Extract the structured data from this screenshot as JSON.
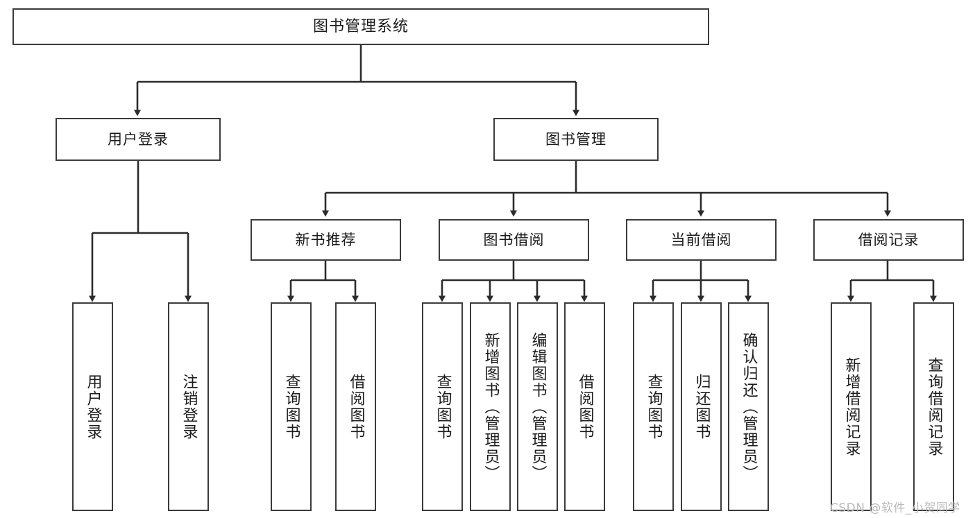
{
  "diagram": {
    "type": "hierarchy-tree",
    "title": "图书管理系统",
    "levels": 4,
    "nodes": {
      "root": {
        "label": "图书管理系统"
      },
      "l1": [
        {
          "label": "用户登录"
        },
        {
          "label": "图书管理"
        }
      ],
      "l2": [
        {
          "label": "新书推荐"
        },
        {
          "label": "图书借阅"
        },
        {
          "label": "当前借阅"
        },
        {
          "label": "借阅记录"
        }
      ],
      "leaves": {
        "user_login": [
          {
            "label": "用户登录"
          },
          {
            "label": "注销登录"
          }
        ],
        "new_book_rec": [
          {
            "label": "查询图书"
          },
          {
            "label": "借阅图书"
          }
        ],
        "book_borrow": [
          {
            "label": "查询图书"
          },
          {
            "label": "新增图书（管理员）"
          },
          {
            "label": "编辑图书（管理员）"
          },
          {
            "label": "借阅图书"
          }
        ],
        "current_borrow": [
          {
            "label": "查询图书"
          },
          {
            "label": "归还图书"
          },
          {
            "label": "确认归还（管理员）"
          }
        ],
        "borrow_record": [
          {
            "label": "新增借阅记录"
          },
          {
            "label": "查询借阅记录"
          }
        ]
      }
    },
    "colors": {
      "stroke": "#3b3b3b",
      "fill": "#ffffff",
      "text": "#1b1b1b",
      "watermark": "#b9b9b9"
    }
  },
  "watermark": {
    "text": "CSDN @软件_小贺同学"
  }
}
